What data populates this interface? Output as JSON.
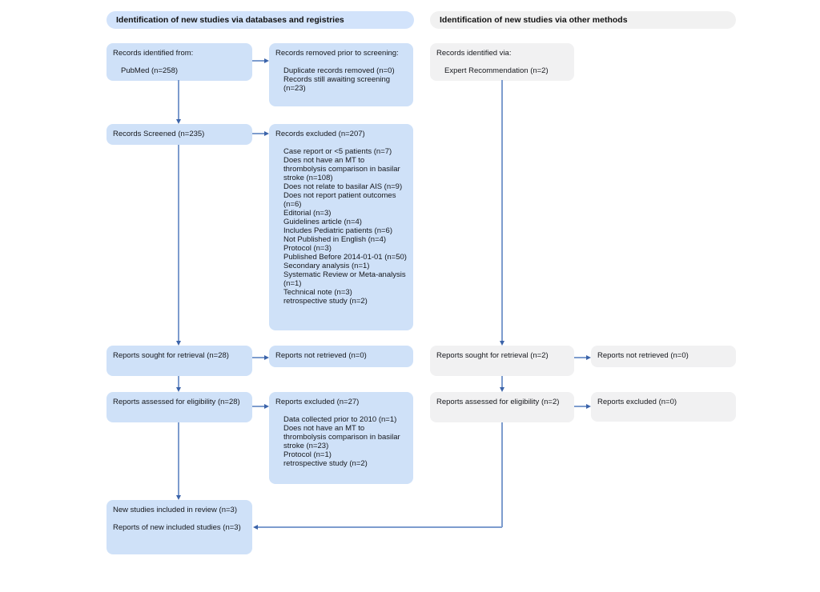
{
  "headers": {
    "databases": "Identification of new studies via databases and registries",
    "other_methods": "Identification of new studies via other methods"
  },
  "boxes": {
    "records_identified": {
      "title": "Records identified from:",
      "items": [
        "PubMed (n=258)"
      ]
    },
    "records_removed": {
      "title": "Records removed prior to screening:",
      "items": [
        "Duplicate records removed (n=0)",
        "Records still awaiting screening (n=23)"
      ]
    },
    "records_screened": {
      "title": "Records Screened (n=235)"
    },
    "records_excluded": {
      "title": "Records excluded (n=207)",
      "items": [
        "Case report or <5 patients (n=7)",
        "Does not have an MT to thrombolysis comparison in basilar stroke (n=108)",
        "Does not relate to basilar AIS (n=9)",
        "Does not report patient outcomes (n=6)",
        "Editorial (n=3)",
        "Guidelines article (n=4)",
        "Includes Pediatric patients (n=6)",
        "Not Published in English (n=4)",
        "Protocol (n=3)",
        "Published Before 2014-01-01 (n=50)",
        "Secondary analysis (n=1)",
        "Systematic Review or Meta-analysis (n=1)",
        "Technical note (n=3)",
        "retrospective study (n=2)"
      ]
    },
    "reports_sought": {
      "title": "Reports sought for retrieval (n=28)"
    },
    "reports_not_retrieved": {
      "title": "Reports not retrieved (n=0)"
    },
    "reports_assessed": {
      "title": "Reports assessed for eligibility (n=28)"
    },
    "reports_excluded": {
      "title": "Reports excluded (n=27)",
      "items": [
        "Data collected prior to 2010 (n=1)",
        "Does not have an MT to thrombolysis comparison in basilar stroke (n=23)",
        "Protocol (n=1)",
        "retrospective study (n=2)"
      ]
    },
    "new_studies_included": {
      "title": "New studies included in review (n=3)",
      "para": "Reports of new included studies (n=3)"
    },
    "other_records_identified": {
      "title": "Records identified via:",
      "items": [
        "Expert Recommendation (n=2)"
      ]
    },
    "other_reports_sought": {
      "title": "Reports sought for retrieval (n=2)"
    },
    "other_reports_not_retrieved": {
      "title": "Reports not retrieved (n=0)"
    },
    "other_reports_assessed": {
      "title": "Reports assessed for eligibility (n=2)"
    },
    "other_reports_excluded": {
      "title": "Reports excluded (n=0)"
    }
  },
  "colors": {
    "box_blue": "#cfe1f8",
    "box_gray": "#f1f1f2",
    "header_blue": "#d2e3fb",
    "header_gray": "#f1f1f1",
    "arrow_line": "#7d9cce",
    "arrow_head": "#3b63a9"
  }
}
